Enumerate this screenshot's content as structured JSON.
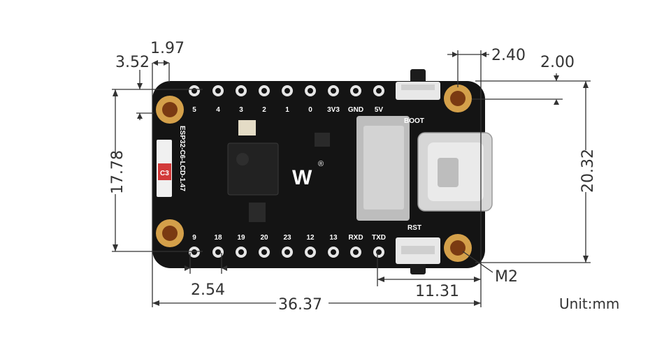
{
  "dimensions": {
    "d352": "3.52",
    "d197": "1.97",
    "d240": "2.40",
    "d200": "2.00",
    "d1778": "17.78",
    "d2032": "20.32",
    "d254": "2.54",
    "d3637": "36.37",
    "d1131": "11.31",
    "hole": "M2",
    "unit": "Unit:mm"
  },
  "board": {
    "model": "ESP32-C6-LCD-1.47",
    "chip_mark": "C3",
    "top_pins": [
      "5",
      "4",
      "3",
      "2",
      "1",
      "0",
      "3V3",
      "GND",
      "5V"
    ],
    "bottom_pins": [
      "9",
      "18",
      "19",
      "20",
      "23",
      "12",
      "13",
      "RXD",
      "TXD"
    ],
    "boot_label": "BOOT",
    "rst_label": "RST",
    "logo_mark": "®"
  },
  "colors": {
    "pcb": "#111111",
    "gold": "#d4a04a",
    "dimension_line": "#333333",
    "chip_red": "#d23a3a"
  }
}
